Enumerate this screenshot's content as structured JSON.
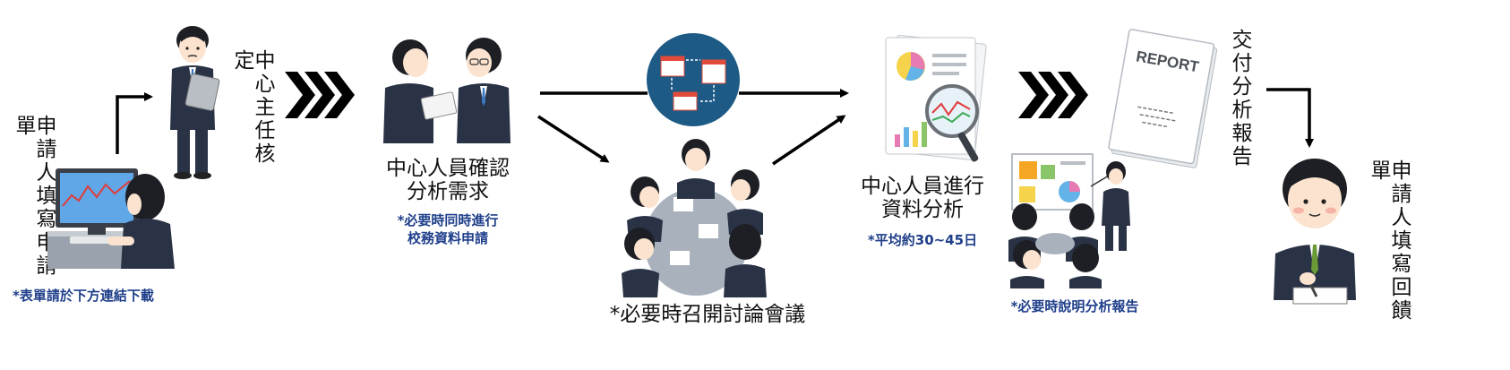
{
  "steps": {
    "applicant_fill": "申請人填寫申請單",
    "applicant_note": "*表單請於下方連結下載",
    "director_review": "中心主任核定",
    "staff_confirm_1": "中心人員確認",
    "staff_confirm_2": "分析需求",
    "staff_confirm_note_1": "*必要時同時進行",
    "staff_confirm_note_2": "校務資料申請",
    "meeting": "*必要時召開討論會議",
    "analysis_1": "中心人員進行",
    "analysis_2": "資料分析",
    "analysis_note": "*平均約30~45日",
    "explain_note": "*必要時說明分析報告",
    "deliver": "交付分析報告",
    "feedback": "申請人填寫回饋單"
  },
  "report_label": "REPORT",
  "colors": {
    "note_text": "#1f3f8a",
    "suit": "#2a3346",
    "db_circle": "#1d5a85",
    "skin": "#fbe3cf"
  },
  "icons": [
    "computer-user-icon",
    "director-icon",
    "handshake-icon",
    "database-sync-icon",
    "meeting-icon",
    "analysis-report-icon",
    "presentation-icon",
    "report-document-icon",
    "feedback-signer-icon"
  ]
}
